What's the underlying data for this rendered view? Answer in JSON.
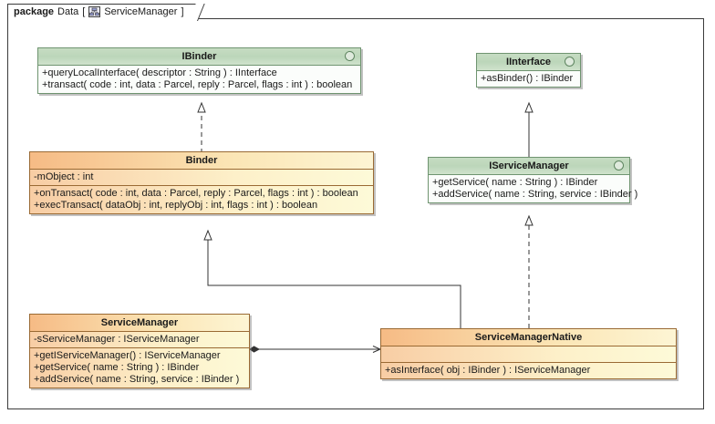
{
  "package": {
    "keyword": "package",
    "name": "Data",
    "bracket_open": "[",
    "bracket_close": "]",
    "diagram_name": "ServiceManager",
    "icon": "class-diagram-icon"
  },
  "colors": {
    "class_header": "#f6bb85",
    "class_body": "#fdf0c9",
    "class_border": "#9a6a34",
    "interface_header": "#bcd6ba",
    "interface_body": "#fbfdfb",
    "interface_border": "#6f9470",
    "frame_border": "#3b3b3b",
    "edge": "#333333",
    "canvas": "#ffffff"
  },
  "nodes": [
    {
      "id": "ibinder",
      "name": "IBinder",
      "stereotype": "interface",
      "attributes": [],
      "operations": [
        "+queryLocalInterface( descriptor : String ) : IInterface",
        "+transact( code : int, data : Parcel, reply : Parcel, flags : int ) : boolean"
      ]
    },
    {
      "id": "iinterface",
      "name": "IInterface",
      "stereotype": "interface",
      "attributes": [],
      "operations": [
        "+asBinder() : IBinder"
      ]
    },
    {
      "id": "binder",
      "name": "Binder",
      "stereotype": "class",
      "attributes": [
        "-mObject : int"
      ],
      "operations": [
        "+onTransact( code : int, data : Parcel, reply : Parcel, flags : int ) : boolean",
        "+execTransact( dataObj : int, replyObj : int, flags : int ) : boolean"
      ]
    },
    {
      "id": "iservicemanager",
      "name": "IServiceManager",
      "stereotype": "interface",
      "attributes": [],
      "operations": [
        "+getService( name : String ) : IBinder",
        "+addService( name : String, service : IBinder )"
      ]
    },
    {
      "id": "servicemanager",
      "name": "ServiceManager",
      "stereotype": "class",
      "attributes": [
        "-sServiceManager : IServiceManager"
      ],
      "operations": [
        "+getIServiceManager() : IServiceManager",
        "+getService( name : String ) : IBinder",
        "+addService( name : String, service : IBinder )"
      ]
    },
    {
      "id": "servicemanagernative",
      "name": "ServiceManagerNative",
      "stereotype": "class",
      "attributes": [],
      "operations": [
        "+asInterface( obj : IBinder ) : IServiceManager"
      ]
    }
  ],
  "edges": [
    {
      "id": "binder-realizes-ibinder",
      "from": "binder",
      "to": "ibinder",
      "type": "realization",
      "style": "dashed",
      "arrow": "hollow-triangle"
    },
    {
      "id": "iservicemanager-extends-iinterface",
      "from": "iservicemanager",
      "to": "iinterface",
      "type": "generalization",
      "style": "solid",
      "arrow": "hollow-triangle"
    },
    {
      "id": "servicemanagernative-extends-binder",
      "from": "servicemanagernative",
      "to": "binder",
      "type": "generalization",
      "style": "solid",
      "arrow": "hollow-triangle"
    },
    {
      "id": "servicemanagernative-realizes-iservicemanager",
      "from": "servicemanagernative",
      "to": "iservicemanager",
      "type": "realization",
      "style": "dashed",
      "arrow": "hollow-triangle"
    },
    {
      "id": "servicemanager-aggregates-servicemanagernative",
      "from": "servicemanager",
      "to": "servicemanagernative",
      "type": "aggregation",
      "style": "solid",
      "arrow": "open-arrow-filled-diamond"
    }
  ]
}
